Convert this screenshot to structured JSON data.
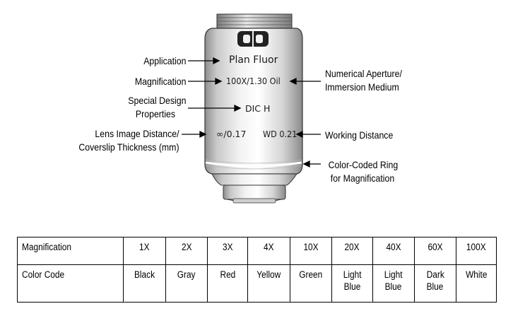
{
  "objective": {
    "application": "Plan Fluor",
    "magnification_na_immersion": "100X/1.30 Oil",
    "special_design": "DIC H",
    "lens_image_distance_coverslip": "∞/0.17",
    "working_distance": "WD 0.21"
  },
  "callouts": {
    "application": "Application",
    "magnification": "Magnification",
    "special_design": [
      "Special Design",
      "Properties"
    ],
    "lens_image_distance": [
      "Lens Image Distance/",
      "Coverslip Thickness (mm)"
    ],
    "numerical_aperture": [
      "Numerical Aperture/",
      "Immersion Medium"
    ],
    "working_distance": "Working Distance",
    "color_ring": [
      "Color-Coded Ring",
      "for Magnification"
    ]
  },
  "table": {
    "magnification_header": "Magnification",
    "color_code_header": "Color Code",
    "magnifications": [
      "1X",
      "2X",
      "3X",
      "4X",
      "10X",
      "20X",
      "40X",
      "60X",
      "100X"
    ],
    "colors": [
      [
        "Black"
      ],
      [
        "Gray"
      ],
      [
        "Red"
      ],
      [
        "Yellow"
      ],
      [
        "Green"
      ],
      [
        "Light",
        "Blue"
      ],
      [
        "Light",
        "Blue"
      ],
      [
        "Dark",
        "Blue"
      ],
      [
        "White"
      ]
    ]
  }
}
